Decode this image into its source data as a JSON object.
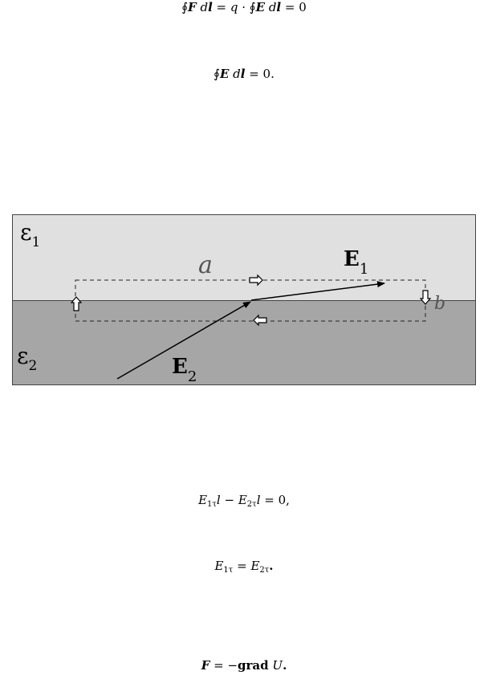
{
  "equations": {
    "eq1": {
      "oint1": "∮",
      "F": "F",
      "dl1": " d",
      "l1": "l",
      "mid": " = q · ",
      "oint2": "∮",
      "E": "E",
      "dl2": " d",
      "l2": "l",
      "rhs": " = 0"
    },
    "eq2": {
      "oint": "∮",
      "E": "E",
      "d": " d",
      "l": "l",
      "rhs": " = 0."
    },
    "eq3": {
      "E1": "E",
      "sub1": "1τ",
      "l1": "l",
      "minus": " − ",
      "E2": "E",
      "sub2": "2τ",
      "l2": "l",
      "rhs": " = 0,"
    },
    "eq4": {
      "E1": "E",
      "sub1": "1τ",
      "eq": " = ",
      "E2": "E",
      "sub2": "2τ",
      "end": "."
    },
    "eq5": {
      "F": "F",
      "eq": " = −",
      "grad": "grad",
      "U": " U",
      "end": "."
    }
  },
  "figure": {
    "eps1_symbol": "ε",
    "eps1_sub": "1",
    "eps2_symbol": "ε",
    "eps2_sub": "2",
    "label_a": "a",
    "label_b": "b",
    "E1_symbol": "E",
    "E1_sub": "1",
    "E2_symbol": "E",
    "E2_sub": "2",
    "colors": {
      "upper_medium": "#e0e0e0",
      "lower_medium": "#a6a6a6",
      "border": "#444444",
      "label_a_b": "#555555"
    }
  }
}
